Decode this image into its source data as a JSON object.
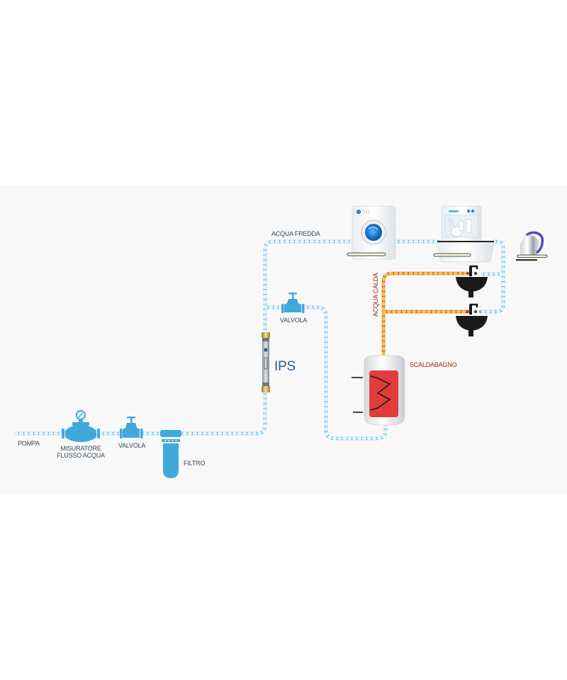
{
  "diagram": {
    "title": "Impianto idraulico con IPS",
    "colors": {
      "cold_pipe": "#4fb4e0",
      "hot_pipe": "#d93a3a",
      "component_blue": "#3fa9dc",
      "label": "#3a4a5c",
      "hot_label": "#9b2a1c",
      "ips_label": "#2b5d8a",
      "heater_red": "#e23b3b",
      "sink": "#1a1a1a",
      "panel_bg": "#f8f8f8"
    },
    "labels": {
      "pompa": "POMPA",
      "misuratore_1": "MISURATORE",
      "misuratore_2": "FLUSSO ACQUA",
      "valvola_main": "VALVOLA",
      "filtro": "FILTRO",
      "ips": "IPS",
      "valvola_bypass": "VALVOLA",
      "acqua_fredda": "ACQUA FREDDA",
      "acqua_calda": "ACQUA CALDA",
      "scaldabagno": "SCALDABAGNO"
    },
    "nodes": [
      {
        "id": "pompa",
        "type": "source",
        "label_key": "pompa"
      },
      {
        "id": "misuratore",
        "type": "flow-meter",
        "label_key": "misuratore_1"
      },
      {
        "id": "valvola-main",
        "type": "valve",
        "label_key": "valvola_main"
      },
      {
        "id": "filtro",
        "type": "filter",
        "label_key": "filtro"
      },
      {
        "id": "ips",
        "type": "treatment-device",
        "label_key": "ips"
      },
      {
        "id": "valvola-bypass",
        "type": "valve",
        "label_key": "valvola_bypass"
      },
      {
        "id": "lavatrice",
        "type": "washing-machine"
      },
      {
        "id": "lavastoviglie",
        "type": "dishwasher"
      },
      {
        "id": "bollitore",
        "type": "kettle"
      },
      {
        "id": "lavandino-1",
        "type": "sink"
      },
      {
        "id": "lavandino-2",
        "type": "sink"
      },
      {
        "id": "scaldabagno",
        "type": "water-heater",
        "label_key": "scaldabagno"
      }
    ],
    "edges": [
      {
        "from": "pompa",
        "to": "misuratore",
        "kind": "cold"
      },
      {
        "from": "misuratore",
        "to": "valvola-main",
        "kind": "cold"
      },
      {
        "from": "valvola-main",
        "to": "filtro",
        "kind": "cold"
      },
      {
        "from": "filtro",
        "to": "ips",
        "kind": "cold"
      },
      {
        "from": "ips",
        "to": "lavatrice",
        "kind": "cold",
        "label_key": "acqua_fredda"
      },
      {
        "from": "lavatrice",
        "to": "lavastoviglie",
        "kind": "cold"
      },
      {
        "from": "lavastoviglie",
        "to": "lavandino-1",
        "kind": "cold"
      },
      {
        "from": "lavastoviglie",
        "to": "lavandino-2",
        "kind": "cold"
      },
      {
        "from": "ips",
        "to": "valvola-bypass",
        "kind": "cold"
      },
      {
        "from": "valvola-bypass",
        "to": "scaldabagno",
        "kind": "cold"
      },
      {
        "from": "scaldabagno",
        "to": "lavandino-1",
        "kind": "hot",
        "label_key": "acqua_calda"
      },
      {
        "from": "scaldabagno",
        "to": "lavandino-2",
        "kind": "hot"
      }
    ]
  }
}
